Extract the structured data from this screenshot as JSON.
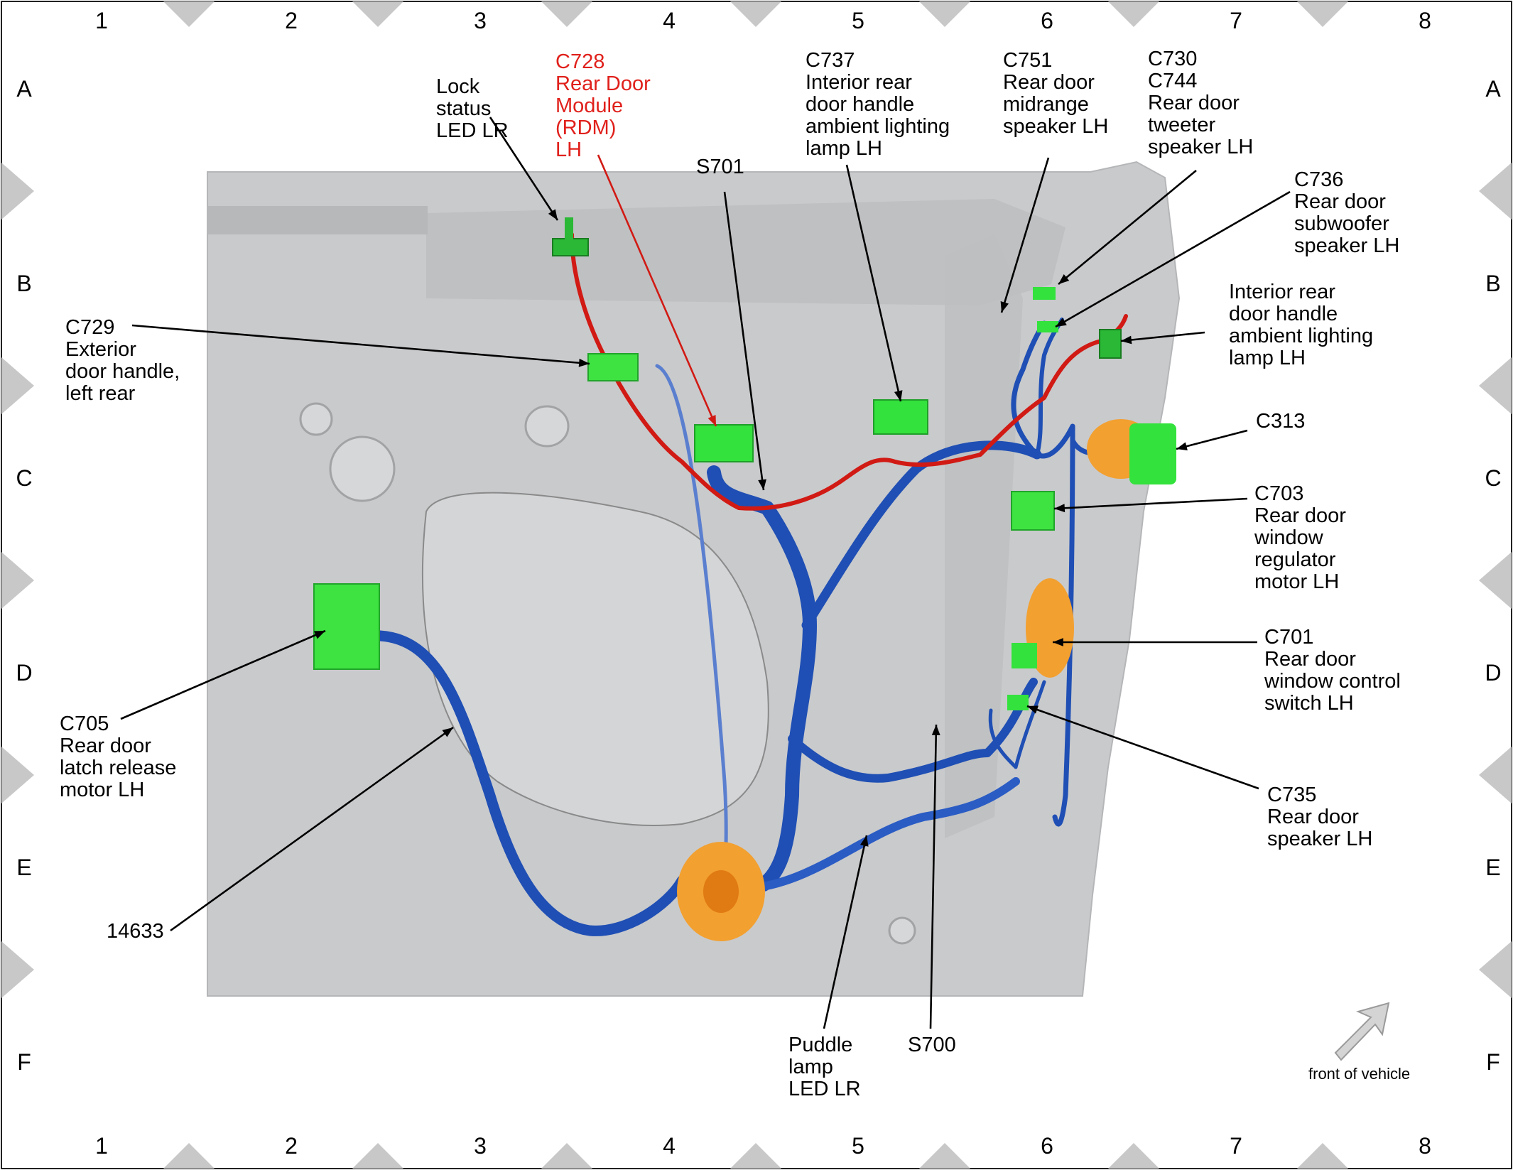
{
  "grid": {
    "columns": [
      "1",
      "2",
      "3",
      "4",
      "5",
      "6",
      "7",
      "8"
    ],
    "rows": [
      "A",
      "B",
      "C",
      "D",
      "E",
      "F"
    ]
  },
  "callouts": {
    "lock_status_led": [
      "Lock",
      "status",
      "LED LR"
    ],
    "c728": [
      "C728",
      "Rear Door",
      "Module",
      "(RDM)",
      "LH"
    ],
    "s701": [
      "S701"
    ],
    "c737": [
      "C737",
      "Interior rear",
      "door handle",
      "ambient lighting",
      "lamp LH"
    ],
    "c751": [
      "C751",
      "Rear door",
      "midrange",
      "speaker LH"
    ],
    "c730_c744": [
      "C730",
      "C744",
      "Rear door",
      "tweeter",
      "speaker LH"
    ],
    "c736": [
      "C736",
      "Rear door",
      "subwoofer",
      "speaker LH"
    ],
    "interior_handle_lamp": [
      "Interior rear",
      "door handle",
      "ambient lighting",
      "lamp LH"
    ],
    "c729": [
      "C729",
      "Exterior",
      "door handle,",
      "left rear"
    ],
    "c313": [
      "C313"
    ],
    "c703": [
      "C703",
      "Rear door",
      "window",
      "regulator",
      "motor LH"
    ],
    "c701": [
      "C701",
      "Rear door",
      "window control",
      "switch LH"
    ],
    "c705": [
      "C705",
      "Rear door",
      "latch release",
      "motor LH"
    ],
    "c735": [
      "C735",
      "Rear door",
      "speaker LH"
    ],
    "harness_14633": [
      "14633"
    ],
    "puddle_lamp": [
      "Puddle",
      "lamp",
      "LED LR"
    ],
    "s700": [
      "S700"
    ]
  },
  "orientation": {
    "label": "front of vehicle"
  },
  "colors": {
    "panel": "#c9cacc",
    "harness_blue": "#1f4fb4",
    "module_wire_red": "#d11a14",
    "connector_green": "#33e23c",
    "grommet_orange": "#f2a030",
    "highlight_label_red": "#e0201b",
    "border_diamond": "#c8c8c8"
  }
}
